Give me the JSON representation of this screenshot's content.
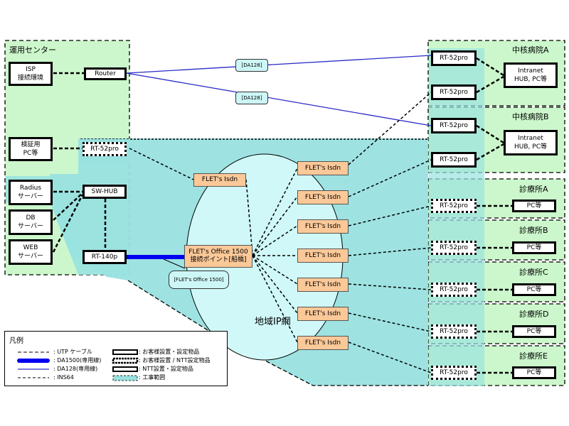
{
  "colors": {
    "group_green": "#ccf7cc",
    "work_area_teal": "#99e2e0",
    "ip_cloud": "#d0f8f8",
    "fletz_box": "#fbc898",
    "da1500": "#0000f0",
    "da128": "#2a2ac8"
  },
  "center": {
    "title": "運用センター",
    "isp": "ISP\n接続環境",
    "router": "Router",
    "verify_pc": "検証用\nPC等",
    "rt52": "RT-52pro",
    "radius": "Radius\nサーバー",
    "db": "DB\nサーバー",
    "web": "WEB\nサーバー",
    "swhub": "SW-HUB",
    "rt140": "RT-140p"
  },
  "links": {
    "da128_a": "[DA128]",
    "da128_b": "[DA128]",
    "office_tag": "[FLET's Office 1500]"
  },
  "network": {
    "cloud_label": "地域IP網",
    "office_point": "FLET's Office 1500\n接続ポイント[船橋]",
    "isdn_left": "FLET's Isdn",
    "isdn": [
      "FLET's Isdn",
      "FLET's Isdn",
      "FLET's Isdn",
      "FLET's Isdn",
      "FLET's Isdn",
      "FLET's Isdn",
      "FLET's Isdn"
    ]
  },
  "sites": [
    {
      "name": "中核病院A",
      "routers": [
        "RT-52pro",
        "RT-52pro"
      ],
      "device": "Intranet\nHUB, PC等"
    },
    {
      "name": "中核病院B",
      "routers": [
        "RT-52pro",
        "RT-52pro"
      ],
      "device": "Intranet\nHUB, PC等"
    },
    {
      "name": "診療所A",
      "routers": [
        "RT-52pro"
      ],
      "device": "PC等"
    },
    {
      "name": "診療所B",
      "routers": [
        "RT-52pro"
      ],
      "device": "PC等"
    },
    {
      "name": "診療所C",
      "routers": [
        "RT-52pro"
      ],
      "device": "PC等"
    },
    {
      "name": "診療所D",
      "routers": [
        "RT-52pro"
      ],
      "device": "PC等"
    },
    {
      "name": "診療所E",
      "routers": [
        "RT-52pro"
      ],
      "device": "PC等"
    }
  ],
  "legend": {
    "title": "凡例",
    "lines": [
      {
        "icon": "utp-line",
        "label": ": UTP ケーブル"
      },
      {
        "icon": "da1500-line",
        "label": ": DA1500(専用線)"
      },
      {
        "icon": "da128-line",
        "label": ": DA128(専用線)"
      },
      {
        "icon": "ins64-line",
        "label": ": INS64"
      }
    ],
    "boxes": [
      {
        "icon": "customer-box",
        "label": ": お客様設置・設定物品"
      },
      {
        "icon": "customer-ntt-box",
        "label": ": お客様設置 / NTT設定物品"
      },
      {
        "icon": "ntt-box",
        "label": ": NTT設置・設定物品"
      },
      {
        "icon": "work-area-box",
        "label": ": 工事範囲"
      }
    ]
  }
}
